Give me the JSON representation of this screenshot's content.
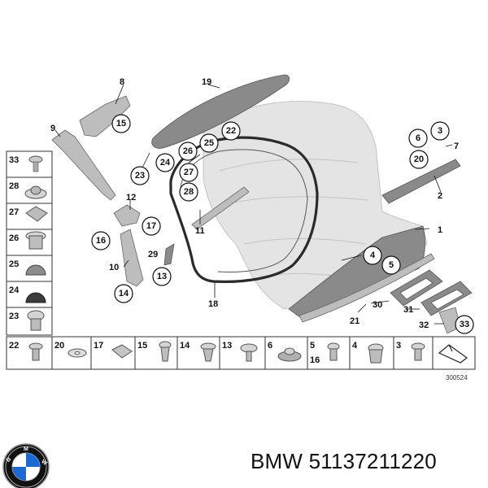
{
  "callouts": [
    "19",
    "8",
    "15",
    "9",
    "22",
    "25",
    "26",
    "24",
    "23",
    "27",
    "28",
    "12",
    "17",
    "16",
    "11",
    "10",
    "29",
    "13",
    "14",
    "18",
    "6",
    "3",
    "7",
    "20",
    "2",
    "1",
    "4",
    "5",
    "21",
    "30",
    "31",
    "32",
    "33"
  ],
  "plain_labels": [
    "19",
    "8",
    "9",
    "12",
    "11",
    "10",
    "29",
    "18",
    "7",
    "2",
    "1",
    "30",
    "31",
    "21",
    "32"
  ],
  "legend_left": [
    "33",
    "28",
    "27",
    "26",
    "25",
    "24",
    "23"
  ],
  "legend_bottom": [
    "22",
    "20",
    "17",
    "15",
    "14",
    "13",
    "6",
    "5",
    "16",
    "4",
    "3"
  ],
  "drawing_ref": "300524",
  "caption": "BMW 51137211220",
  "brand": {
    "name": "BMW",
    "colors": {
      "blue": "#1c69d4",
      "black": "#111111",
      "silver": "#c8c8c8"
    }
  }
}
